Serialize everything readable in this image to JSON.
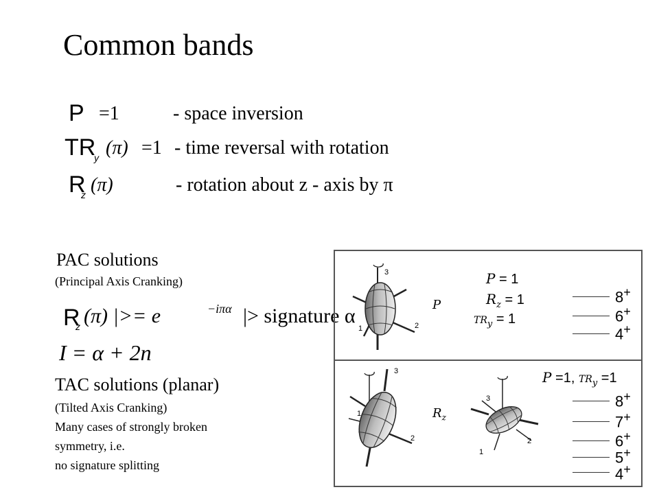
{
  "title": "Common bands",
  "symmetries": [
    {
      "symbol": "P",
      "subscript": "",
      "arg": "",
      "rhs": "=1",
      "desc": "- space inversion"
    },
    {
      "symbol": "TR",
      "subscript": "y",
      "arg": "(π)",
      "rhs": "=1",
      "desc": "- time reversal with rotation"
    },
    {
      "symbol": "R",
      "subscript": "z",
      "arg": "(π)",
      "rhs": "",
      "desc": "- rotation about z - axis by π"
    }
  ],
  "pac": {
    "heading": "PAC solutions",
    "subheading": "(Principal Axis Cranking)",
    "formula_symbol": "R",
    "formula_subscript": "z",
    "formula_rest": "(π) |>= e",
    "formula_exp": "−iπα",
    "formula_tail": "|>  signature  α",
    "spin_formula": "I = α + 2n"
  },
  "tac": {
    "heading": "TAC solutions (planar)",
    "lines": [
      "(Tilted Axis Cranking)",
      "Many cases of strongly broken",
      "symmetry, i.e.",
      "no signature splitting"
    ]
  },
  "figure": {
    "top": {
      "label": "P",
      "axes": [
        "3",
        "1",
        "2"
      ],
      "equations": [
        {
          "sym": "P",
          "sub": "",
          "val": "= 1"
        },
        {
          "sym": "R",
          "sub": "z",
          "val": "= 1"
        },
        {
          "sym": "TR",
          "sub": "y",
          "val": "= 1"
        }
      ],
      "levels": [
        {
          "spin": "8",
          "parity": "+"
        },
        {
          "spin": "6",
          "parity": "+"
        },
        {
          "spin": "4",
          "parity": "+"
        }
      ]
    },
    "bottom": {
      "label": "R",
      "label_sub": "z",
      "axes_left": [
        "3",
        "1",
        "2"
      ],
      "axes_right": [
        "3",
        "2",
        "1"
      ],
      "eq_p": "P",
      "eq_p_val": "=1,",
      "eq_t": "TR",
      "eq_t_sub": "y",
      "eq_t_val": "=1",
      "levels": [
        {
          "spin": "8",
          "parity": "+"
        },
        {
          "spin": "7",
          "parity": "+"
        },
        {
          "spin": "6",
          "parity": "+"
        },
        {
          "spin": "5",
          "parity": "+"
        },
        {
          "spin": "4",
          "parity": "+"
        }
      ]
    }
  }
}
